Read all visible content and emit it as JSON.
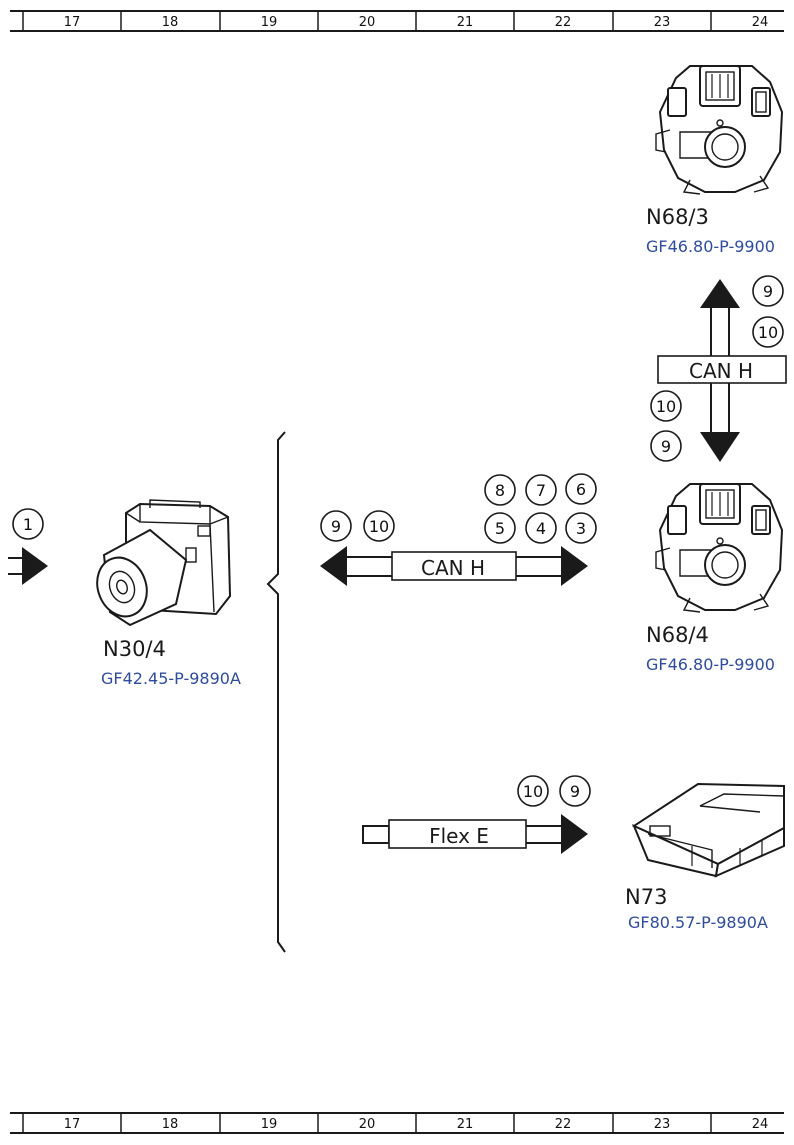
{
  "ruler": {
    "columns": [
      "17",
      "18",
      "19",
      "20",
      "21",
      "22",
      "23",
      "24"
    ]
  },
  "components": {
    "n30_4": {
      "label": "N30/4",
      "ref": "GF42.45-P-9890A"
    },
    "n68_3": {
      "label": "N68/3",
      "ref": "GF46.80-P-9900"
    },
    "n68_4": {
      "label": "N68/4",
      "ref": "GF46.80-P-9900"
    },
    "n73": {
      "label": "N73",
      "ref": "GF80.57-P-9890A"
    }
  },
  "buses": {
    "can_h_vertical": "CAN H",
    "can_h_horizontal": "CAN H",
    "flex_e": "Flex E"
  },
  "callouts": {
    "input": [
      "1"
    ],
    "left_arrow": [
      "9",
      "10"
    ],
    "right_arrow_top": [
      "8",
      "7",
      "6"
    ],
    "right_arrow_bottom": [
      "5",
      "4",
      "3"
    ],
    "vertical_up": [
      "9",
      "10"
    ],
    "vertical_down": [
      "10",
      "9"
    ],
    "flex": [
      "10",
      "9"
    ]
  }
}
